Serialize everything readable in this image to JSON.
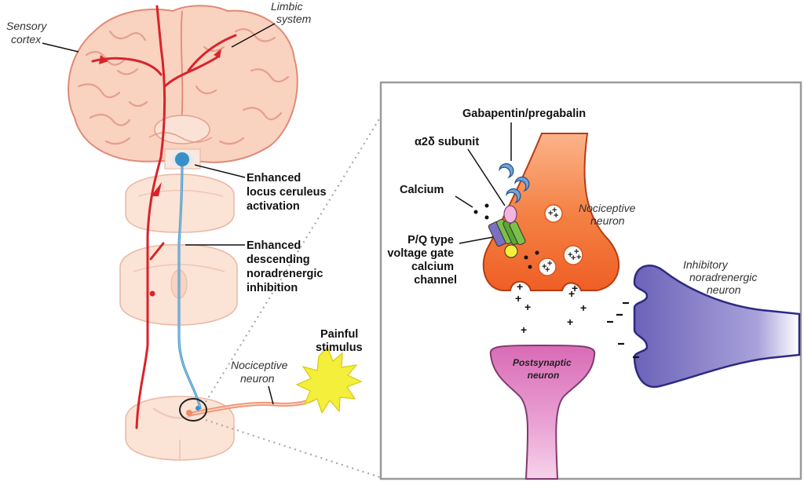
{
  "labels": {
    "sensory_cortex": [
      "Sensory",
      "cortex"
    ],
    "limbic_system": [
      "Limbic",
      "system"
    ],
    "locus_ceruleus": [
      "Enhanced",
      "locus ceruleus",
      "activation"
    ],
    "descending_inhibition": [
      "Enhanced",
      "descending",
      "noradrenergic",
      "inhibition"
    ],
    "painful_stimulus": [
      "Painful",
      "stimulus"
    ],
    "nociceptive_neuron_left": [
      "Nociceptive",
      "neuron"
    ],
    "gabapentin": "Gabapentin/pregabalin",
    "a2d_subunit": "α2δ subunit",
    "calcium": "Calcium",
    "pq_channel": [
      "P/Q type",
      "voltage gate",
      "calcium",
      "channel"
    ],
    "nociceptive_neuron_right": [
      "Nociceptive",
      "neuron"
    ],
    "inhibitory_neuron": [
      "Inhibitory",
      "noradrenergic",
      "neuron"
    ],
    "postsynaptic_neuron": [
      "Postsynaptic",
      "neuron"
    ]
  },
  "colors": {
    "brain_fill": "#f9d2c0",
    "brain_stroke": "#e08a78",
    "ascending_path": "#d8232a",
    "descending_path": "#3a8fc8",
    "presynaptic": "#f26b2e",
    "postsynaptic": "#de86c4",
    "inhibitory": "#7a6fc0",
    "stimulus": "#f3ef3a"
  }
}
